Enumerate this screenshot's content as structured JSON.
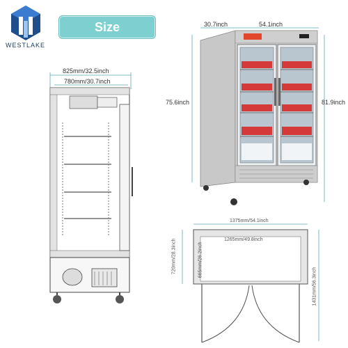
{
  "brand": {
    "name": "WESTLAKE"
  },
  "banner": {
    "label": "Size"
  },
  "side_view": {
    "outer_width": "825mm/32.5inch",
    "inner_width": "780mm/30.7inch"
  },
  "product_view": {
    "depth": "30.7inch",
    "width": "54.1inch",
    "height_body": "75.6inch",
    "height_total": "81.9inch"
  },
  "top_view": {
    "outer_width": "1375mm/54.1inch",
    "inner_width": "1265mm/49.8inch",
    "depth_outer": "720mm/28.3inch",
    "depth_inner": "665mm/26.2inch",
    "depth_open": "1431mm/56.3inch"
  },
  "colors": {
    "banner": "#7ecfd0",
    "logo": "#1f4e8c",
    "dim_line": "#5aa7b5"
  }
}
